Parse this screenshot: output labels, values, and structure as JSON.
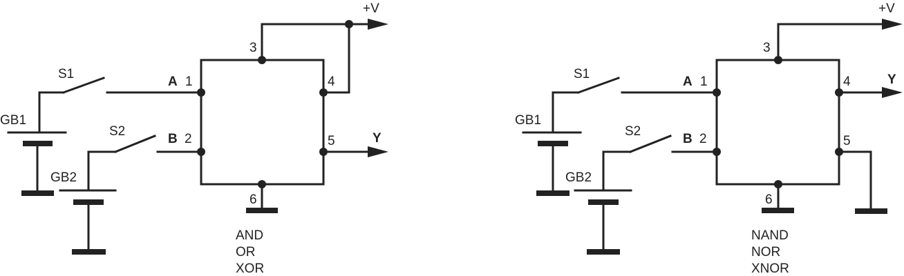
{
  "colors": {
    "ink": "#222222",
    "background": "#ffffff"
  },
  "left": {
    "supply": "+V",
    "switch1": "S1",
    "switch2": "S2",
    "battery1": "GB1",
    "battery2": "GB2",
    "input_a": "A",
    "input_b": "B",
    "output": "Y",
    "pins": {
      "p1": "1",
      "p2": "2",
      "p3": "3",
      "p4": "4",
      "p5": "5",
      "p6": "6"
    },
    "gates": [
      "AND",
      "OR",
      "XOR"
    ]
  },
  "right": {
    "supply": "+V",
    "switch1": "S1",
    "switch2": "S2",
    "battery1": "GB1",
    "battery2": "GB2",
    "input_a": "A",
    "input_b": "B",
    "output": "Y",
    "pins": {
      "p1": "1",
      "p2": "2",
      "p3": "3",
      "p4": "4",
      "p5": "5",
      "p6": "6"
    },
    "gates": [
      "NAND",
      "NOR",
      "XNOR"
    ]
  }
}
